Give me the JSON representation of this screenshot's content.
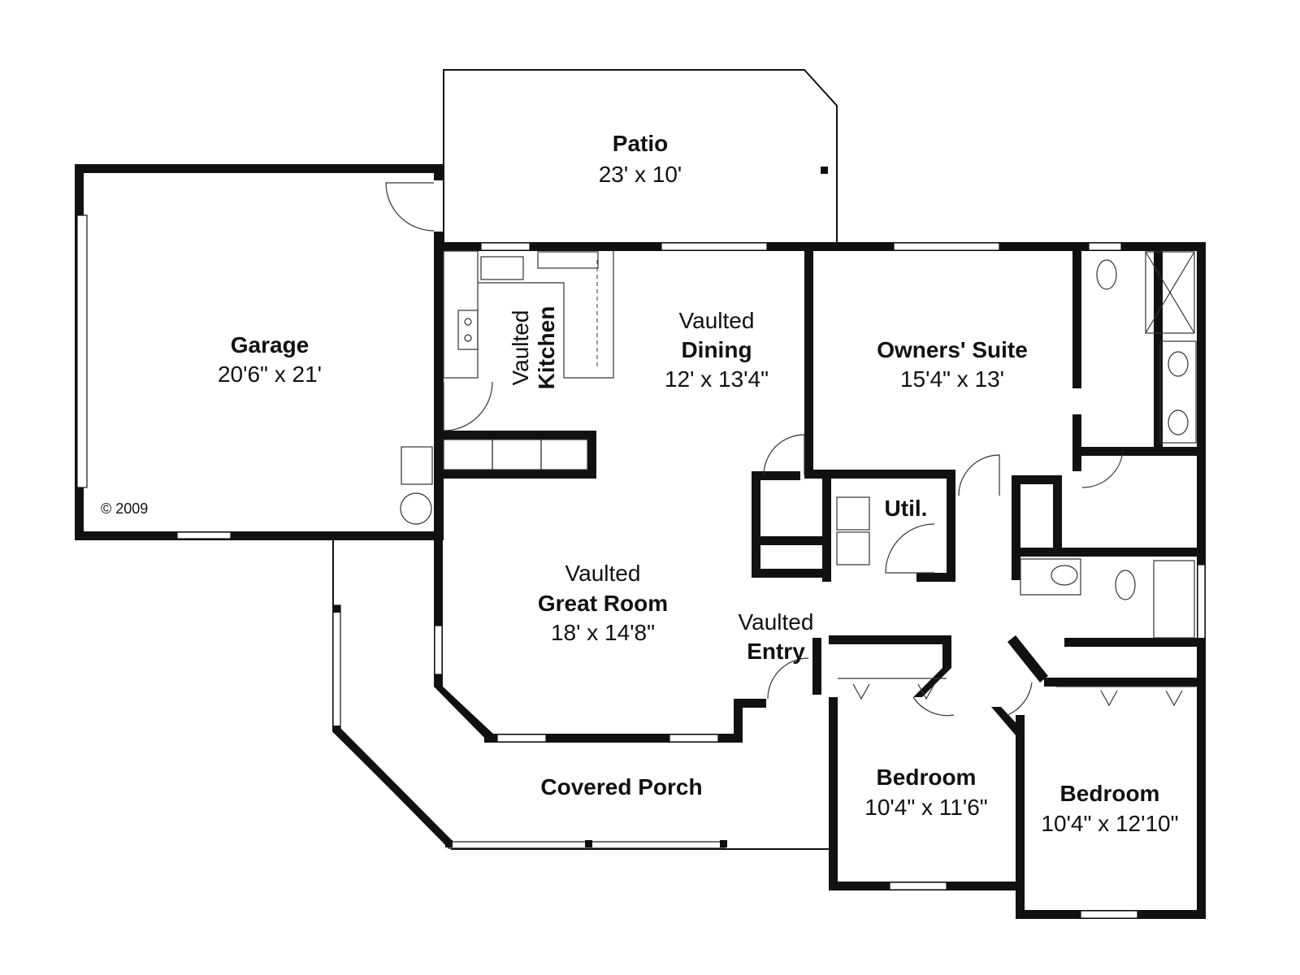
{
  "rooms": {
    "patio": {
      "name": "Patio",
      "size": "23' x 10'"
    },
    "garage": {
      "name": "Garage",
      "size": "20'6\" x 21'"
    },
    "kitchen": {
      "line1": "Vaulted",
      "line2": "Kitchen"
    },
    "dining": {
      "line1": "Vaulted",
      "line2": "Dining",
      "size": "12' x 13'4\""
    },
    "owners_suite": {
      "name": "Owners' Suite",
      "size": "15'4\" x 13'"
    },
    "util": {
      "name": "Util."
    },
    "great_room": {
      "line1": "Vaulted",
      "line2": "Great Room",
      "size": "18' x 14'8\""
    },
    "entry": {
      "line1": "Vaulted",
      "line2": "Entry"
    },
    "covered_porch": {
      "name": "Covered Porch"
    },
    "bedroom_1": {
      "name": "Bedroom",
      "size": "10'4\" x 11'6\""
    },
    "bedroom_2": {
      "name": "Bedroom",
      "size": "10'4\" x 12'10\""
    }
  },
  "copyright": "© 2009",
  "colors": {
    "wall": "#111111",
    "background": "#ffffff"
  }
}
